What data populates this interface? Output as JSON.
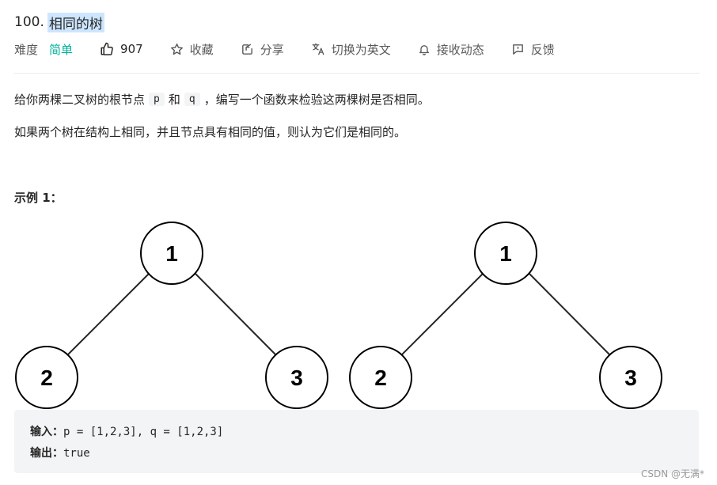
{
  "problem": {
    "number": "100.",
    "title": "相同的树"
  },
  "meta": {
    "difficulty_label": "难度",
    "difficulty_value": "简单",
    "likes": "907",
    "favorite": "收藏",
    "share": "分享",
    "translate": "切换为英文",
    "notify": "接收动态",
    "feedback": "反馈",
    "difficulty_color": "#00af9b"
  },
  "description": {
    "line1_part1": "给你两棵二叉树的根节点",
    "code_p": "p",
    "line1_part2": "和",
    "code_q": "q",
    "line1_part3": "，编写一个函数来检验这两棵树是否相同。",
    "line2": "如果两个树在结构上相同，并且节点具有相同的值，则认为它们是相同的。"
  },
  "example": {
    "title": "示例 1：",
    "trees": [
      {
        "root": "1",
        "left": "2",
        "right": "3"
      },
      {
        "root": "1",
        "left": "2",
        "right": "3"
      }
    ],
    "input_label": "输入：",
    "input_value": "p = [1,2,3], q = [1,2,3]",
    "output_label": "输出：",
    "output_value": "true"
  },
  "watermark": "CSDN @无满*"
}
